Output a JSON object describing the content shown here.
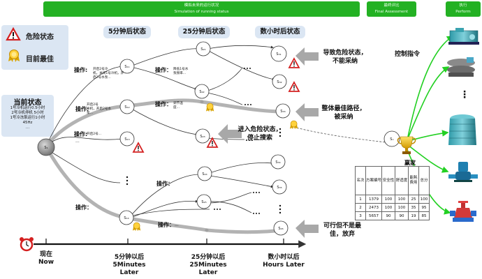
{
  "headers": {
    "simulation": {
      "zh": "模拟未来的运行状况",
      "en": "Simulation of running status"
    },
    "assessment": {
      "zh": "最终评比",
      "en": "Final Assessment"
    },
    "perform": {
      "zh": "执行",
      "en": "Perform"
    }
  },
  "legend": {
    "danger": "危险状态",
    "best": "目前最佳"
  },
  "current_state": {
    "title": "当前状态",
    "body": "1号冷机运行0.5小时\n2号冷机停机 5小时\n1号冷冻泵运行1小时\n45Hz\n..."
  },
  "columns": {
    "c1": "5分钟后状态",
    "c2": "25分钟后状态",
    "c3": "数小时后状态"
  },
  "nodes": {
    "s1": "S₁",
    "s11": "S₁₁",
    "s12": "S₁₂",
    "s13": "S₁₃",
    "s14": "S₁₄",
    "s15": "S₁₅",
    "s21": "S₂₁",
    "s22": "S₂₂",
    "s23": "S₂₃",
    "s24": "S₂₄",
    "s25": "S₂₅",
    "s26": "S₂₆",
    "s31": "S₃₁",
    "s32": "S₃₂",
    "s33": "S₃₃",
    "s34": "S₃₄",
    "s35": "S₃₅",
    "sx": "Sₓ"
  },
  "operations": {
    "op_label": "操作:",
    "op1_text": "开启2号冷\n机，关闭1号冷机，开\n启2号水泵...",
    "op2_text": "开启2号\n冷机，开启2号水\n泵...",
    "op3_text": "开启2号...",
    "op_dots": "...",
    "op4_label": "操作：",
    "op4_text": "降低1号水\n泵频率...",
    "op5_label": "操作：",
    "op5_text": "调节温\n度...",
    "op6_label": "操作：",
    "op7_label": "操作：",
    "op8_label": "操作：",
    "op9_label": "操作：",
    "op9_text": "..."
  },
  "callouts": {
    "danger": "导致危险状态，\n不能采纳",
    "best": "整体最佳路径，\n被采纳",
    "stop": "进入危险状态，\n停止搜索",
    "ok": "可行但不是最\n佳，放弃"
  },
  "timeline": {
    "now": "现在\nNow",
    "t5": "5分钟以后\n5Minutes\nLater",
    "t25": "25分钟以后\n25Minutes\nLater",
    "th": "数小时以后\nHours Later"
  },
  "assessment": {
    "winner": "赢家",
    "control": "控制指令",
    "dots": "⋮",
    "table": {
      "headers": [
        "名次",
        "方案编号",
        "安全性",
        "舒适度",
        "能耗费用",
        "总分"
      ],
      "rows": [
        [
          "1",
          "1379",
          "100",
          "100",
          "25",
          "100"
        ],
        [
          "2",
          "2473",
          "100",
          "100",
          "35",
          "95"
        ],
        [
          "3",
          "5657",
          "90",
          "90",
          "19",
          "85"
        ]
      ]
    }
  },
  "colors": {
    "header_green": "#23b123",
    "panel_blue": "#dbe6f3",
    "danger_red": "#d42020",
    "arrow_green": "#22d022",
    "path_gray": "#9a9a9a"
  },
  "icons": [
    "warning-triangle-icon",
    "medal-icon",
    "trophy-icon",
    "alarm-clock-icon",
    "chiller-icon",
    "cooling-tower-icon",
    "pump-icon",
    "valve-icon"
  ]
}
